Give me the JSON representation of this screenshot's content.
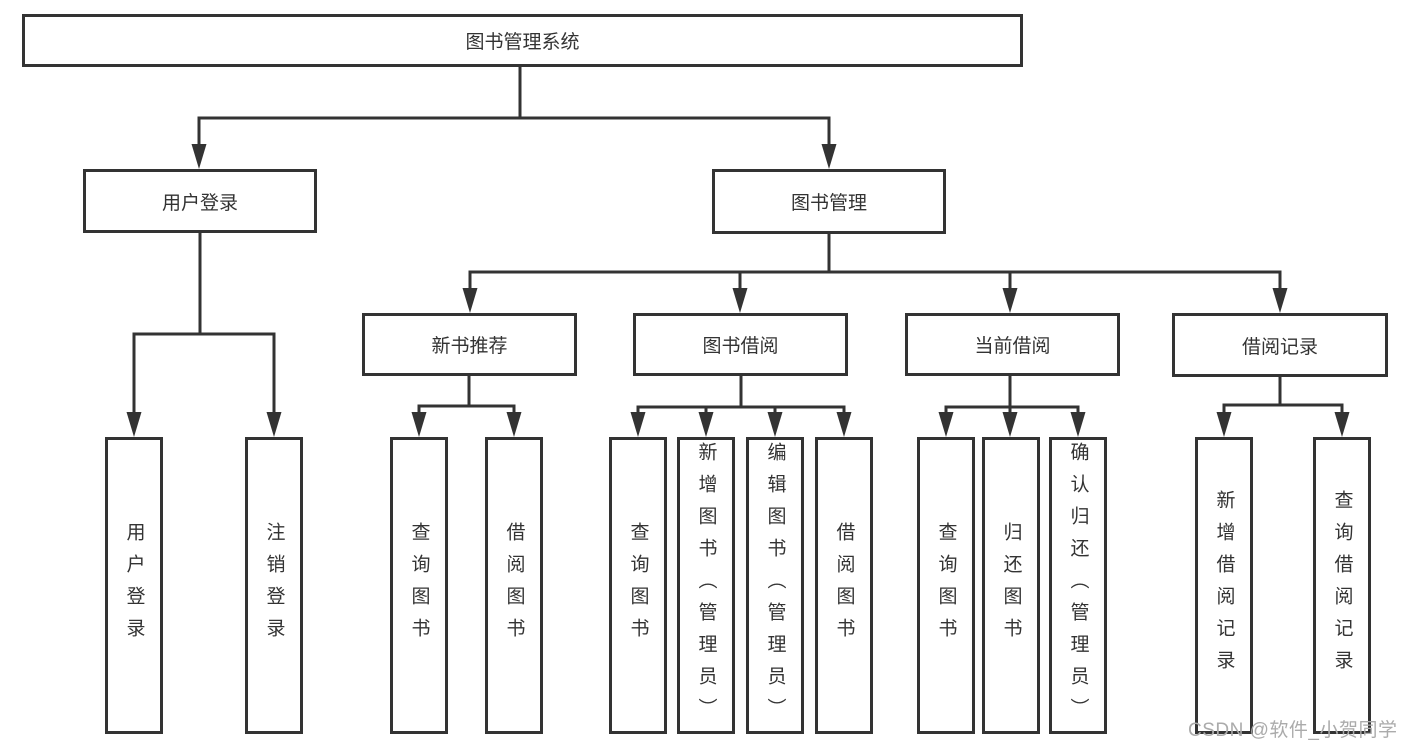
{
  "diagram": {
    "root": {
      "label": "图书管理系统"
    },
    "branches": {
      "user_login": {
        "label": "用户登录",
        "children": {
          "login": {
            "label": "用户登录"
          },
          "logout": {
            "label": "注销登录"
          }
        }
      },
      "book_mgmt": {
        "label": "图书管理",
        "children": {
          "new_recommend": {
            "label": "新书推荐",
            "children": {
              "query": {
                "label": "查询图书"
              },
              "borrow": {
                "label": "借阅图书"
              }
            }
          },
          "book_borrow": {
            "label": "图书借阅",
            "children": {
              "query": {
                "label": "查询图书"
              },
              "add": {
                "label": "新增图书（管理员）"
              },
              "edit": {
                "label": "编辑图书（管理员）"
              },
              "borrow": {
                "label": "借阅图书"
              }
            }
          },
          "current_borrow": {
            "label": "当前借阅",
            "children": {
              "query": {
                "label": "查询图书"
              },
              "return": {
                "label": "归还图书"
              },
              "confirm": {
                "label": "确认归还（管理员）"
              }
            }
          },
          "borrow_record": {
            "label": "借阅记录",
            "children": {
              "add": {
                "label": "新增借阅记录"
              },
              "query": {
                "label": "查询借阅记录"
              }
            }
          }
        }
      }
    },
    "watermark": "CSDN @软件_小贺同学",
    "colors": {
      "line": "#333333",
      "text": "#333333",
      "background": "#ffffff",
      "watermark": "#ababab"
    }
  }
}
